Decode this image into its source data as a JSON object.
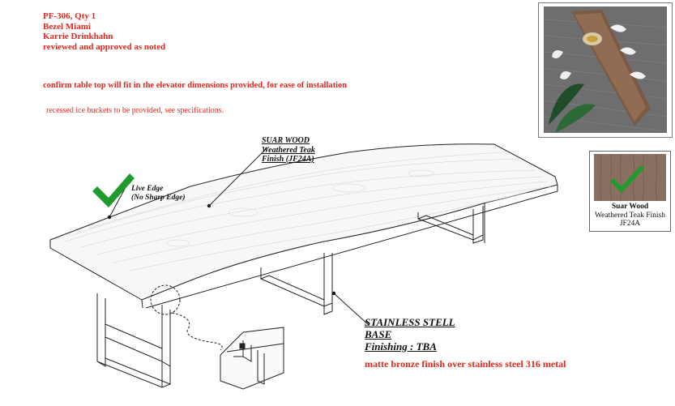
{
  "header": {
    "line1": "PF-306, Qty 1",
    "line2": "Bezel Miami",
    "line3": "Karrie Drinkhahn",
    "line4": "reviewed and approved as noted"
  },
  "notes": {
    "confirm": "confirm table top will fit in the elevator dimensions provided, for ease of installation",
    "recessed": "recessed ice buckets to be provided, see specifications."
  },
  "labels": {
    "wood_1": "SUAR WOOD",
    "wood_2": "Weathered Teak",
    "wood_3": "Finish (JF24A)",
    "edge_1": "Live Edge",
    "edge_2": "(No Sharp Edge)",
    "base_1": "STAINLESS STELL",
    "base_2": "BASE",
    "base_3": "Finishing : TBA",
    "base_note": "matte bronze finish over stainless steel 316  metal"
  },
  "swatch": {
    "title": "Suar Wood",
    "line2": "Weathered Teak Finish",
    "line3": "JF24A"
  },
  "colors": {
    "note_red": "#e0281f",
    "check_green": "#1f9a2c",
    "wood": "#8a7060"
  },
  "icons": [
    "check-icon",
    "check-icon"
  ]
}
